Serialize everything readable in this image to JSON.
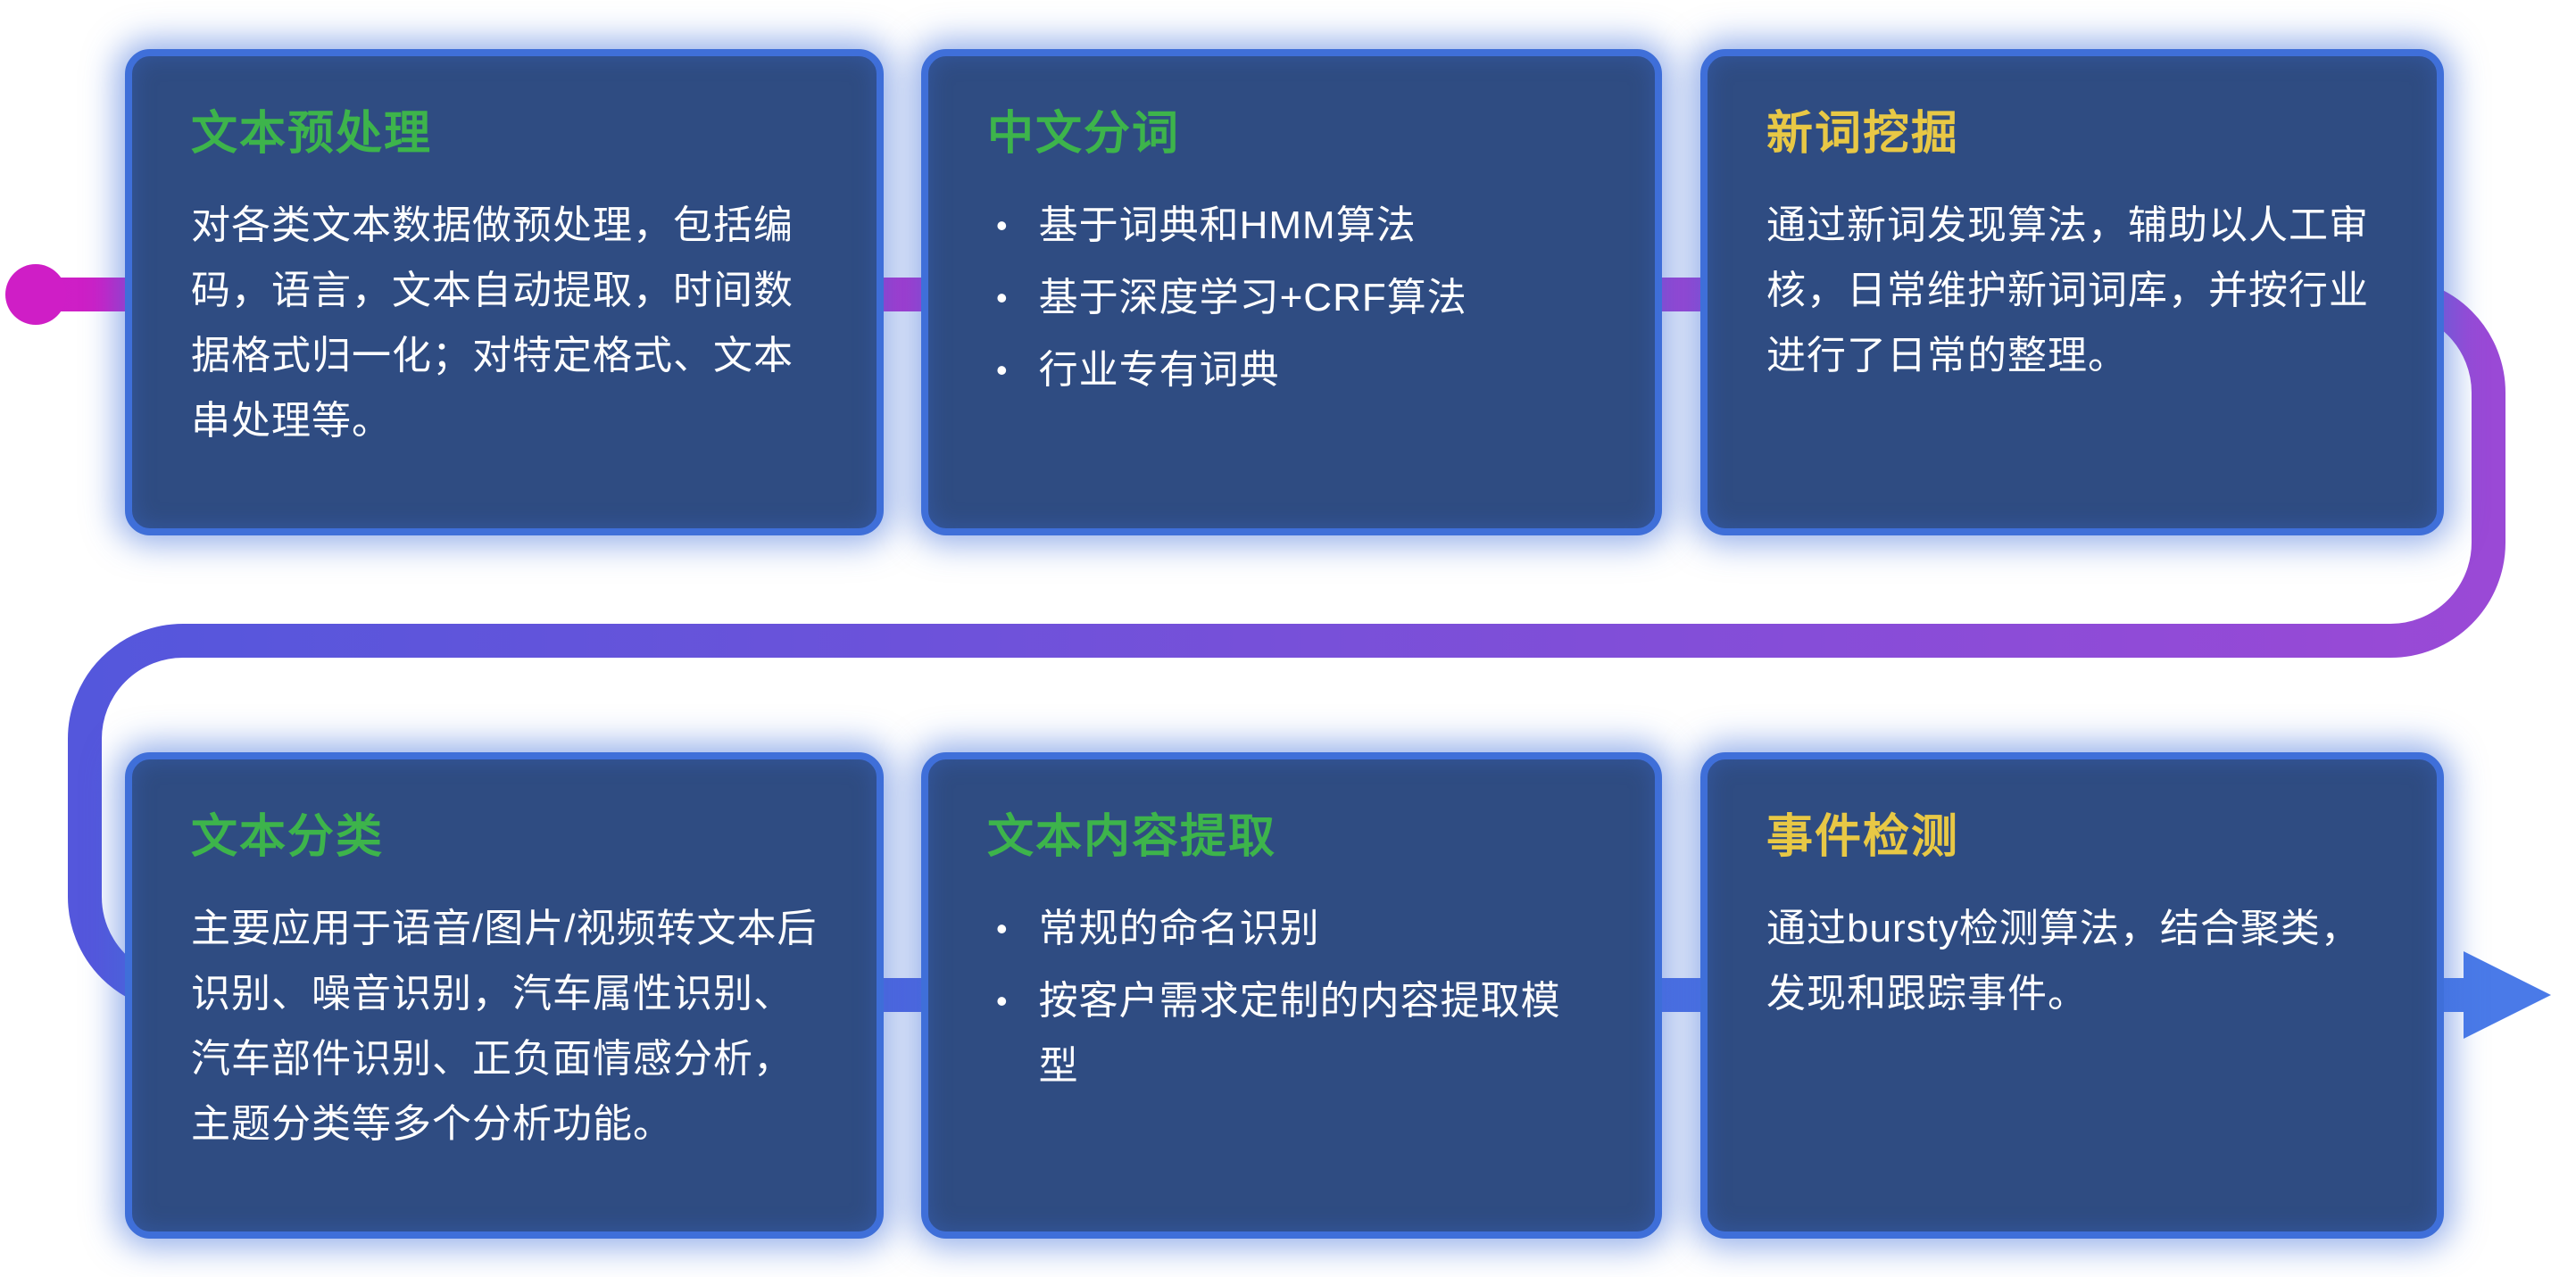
{
  "cards": [
    {
      "title": "文本预处理",
      "title_color": "#3db44b",
      "paragraph": "对各类文本数据做预处理，包括编码，语言，文本自动提取，时间数据格式归一化；对特定格式、文本串处理等。"
    },
    {
      "title": "中文分词",
      "title_color": "#3db44b",
      "bullets": [
        "基于词典和HMM算法",
        "基于深度学习+CRF算法",
        "行业专有词典"
      ]
    },
    {
      "title": "新词挖掘",
      "title_color": "#e8c845",
      "paragraph": "通过新词发现算法，辅助以人工审核，日常维护新词词库，并按行业进行了日常的整理。"
    },
    {
      "title": "文本分类",
      "title_color": "#3db44b",
      "paragraph": "主要应用于语音/图片/视频转文本后识别、噪音识别，汽车属性识别、汽车部件识别、正负面情感分析，主题分类等多个分析功能。"
    },
    {
      "title": "文本内容提取",
      "title_color": "#3db44b",
      "bullets": [
        "常规的命名识别",
        "按客户需求定制的内容提取模型"
      ]
    },
    {
      "title": "事件检测",
      "title_color": "#e8c845",
      "paragraph": "通过bursty检测算法，结合聚类，发现和跟踪事件。"
    }
  ],
  "bullet_glyph": "•",
  "flow": {
    "start_dot_color": "#cf1ec6",
    "top_gradient": [
      "#cf1ec6",
      "#9a49d6"
    ],
    "middle_gradient": [
      "#5457dc",
      "#9a49d6"
    ],
    "bottom_gradient": [
      "#5457dc",
      "#4a7ae8"
    ],
    "arrow_color": "#4a7ae8",
    "card_fill": "#2f4c82",
    "card_border": "#3f6fd9"
  }
}
